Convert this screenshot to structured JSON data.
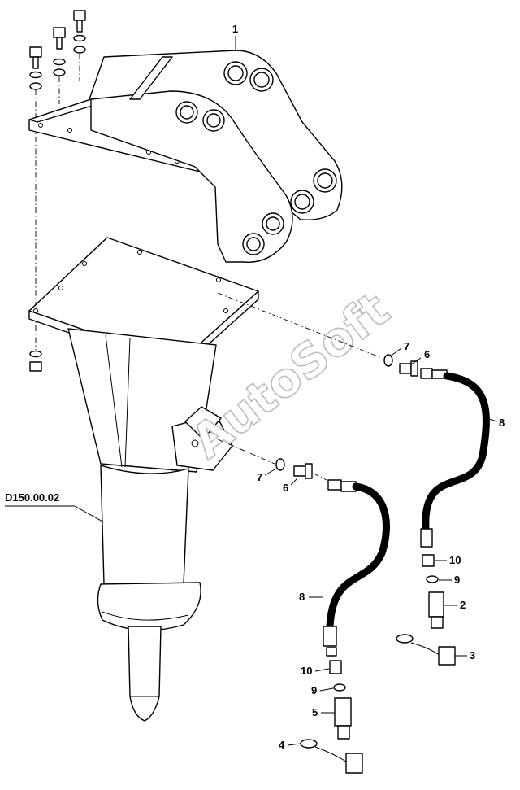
{
  "watermark": "AutoSoft",
  "part_number": "D150.00.02",
  "callouts": {
    "bracket": "1",
    "valve_right": "2",
    "cap_right": "3",
    "cap_left": "4",
    "valve_left": "5",
    "fitting_upper": "6",
    "fitting_lower": "6",
    "washer_upper": "7",
    "washer_lower": "7",
    "hose_right": "8",
    "hose_left": "8",
    "seal_right": "9",
    "seal_left": "9",
    "adapter_right": "10",
    "adapter_left": "10"
  }
}
